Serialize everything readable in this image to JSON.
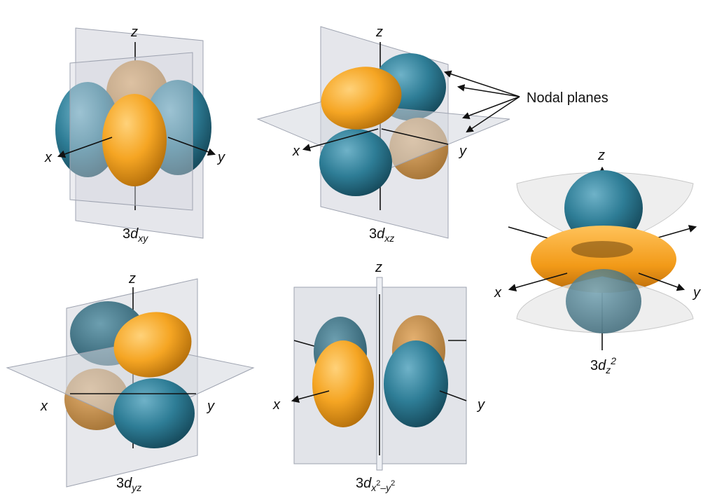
{
  "axes": {
    "x": "x",
    "y": "y",
    "z": "z"
  },
  "orbitals": {
    "dxy": {
      "prefix": "3",
      "letter": "d",
      "sub": "xy"
    },
    "dxz": {
      "prefix": "3",
      "letter": "d",
      "sub": "xz"
    },
    "dyz": {
      "prefix": "3",
      "letter": "d",
      "sub": "yz"
    },
    "dx2y2": {
      "prefix": "3",
      "letter": "d",
      "sub_a": "x",
      "sup_a": "2",
      "dash": "–",
      "sub_b": "y",
      "sup_b": "2"
    },
    "dz2": {
      "prefix": "3",
      "letter": "d",
      "sub": "z",
      "sup": "2"
    }
  },
  "annotation": {
    "nodal_planes": "Nodal planes"
  },
  "colors": {
    "positive_lobe": "#f5a523",
    "negative_lobe": "#2e7d96",
    "plane": "#c9ccd6",
    "plane_edge": "#9ea3b0",
    "cone": "#e8e8e8"
  }
}
